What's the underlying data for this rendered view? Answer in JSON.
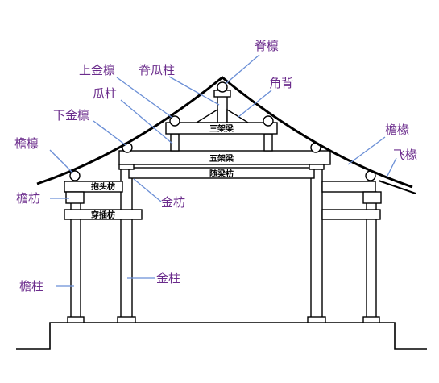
{
  "labels": {
    "ji_lin": "脊檩",
    "shang_jin_lin": "上金檩",
    "ji_gua_zhu": "脊瓜柱",
    "jiao_bei": "角背",
    "gua_zhu": "瓜柱",
    "xia_jin_lin": "下金檩",
    "yan_lin": "檐檩",
    "yan_fang": "檐枋",
    "yan_zhu": "檐柱",
    "jin_zhu": "金柱",
    "jin_fang": "金枋",
    "yan_chuan": "檐椽",
    "fei_chuan": "飞椽"
  },
  "members": {
    "san_jia_liang": "三架梁",
    "wu_jia_liang": "五架梁",
    "sui_liang_fang": "随梁枋",
    "bao_tou_fang": "抱头枋",
    "chuan_cha_fang": "穿插枋"
  },
  "colors": {
    "label": "#6b2c8c",
    "leader": "#6b8fd6",
    "line": "#000000",
    "background": "#ffffff"
  }
}
